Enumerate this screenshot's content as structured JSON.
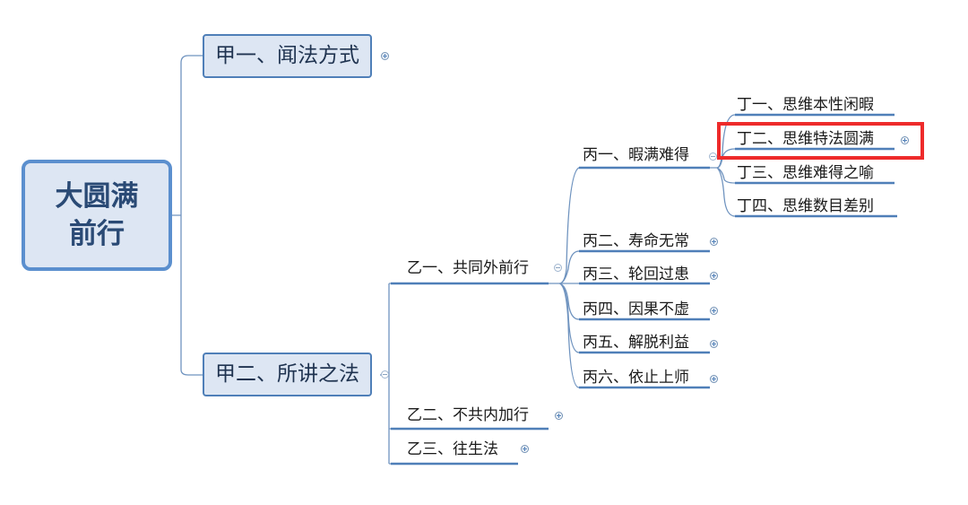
{
  "root": {
    "line1": "大圆满",
    "line2": "前行"
  },
  "jia": [
    "甲一、闻法方式",
    "甲二、所讲之法"
  ],
  "yi": [
    "乙一、共同外前行",
    "乙二、不共内加行",
    "乙三、往生法"
  ],
  "bing": [
    "丙一、暇满难得",
    "丙二、寿命无常",
    "丙三、轮回过患",
    "丙四、因果不虚",
    "丙五、解脱利益",
    "丙六、依止上师"
  ],
  "ding": [
    "丁一、思维本性闲暇",
    "丁二、思维特法圆满",
    "丁三、思维难得之喻",
    "丁四、思维数目差别"
  ],
  "colors": {
    "branch": "#4f7fb8",
    "root_fill": "#dde6f3",
    "highlight": "#ee2b2b"
  }
}
